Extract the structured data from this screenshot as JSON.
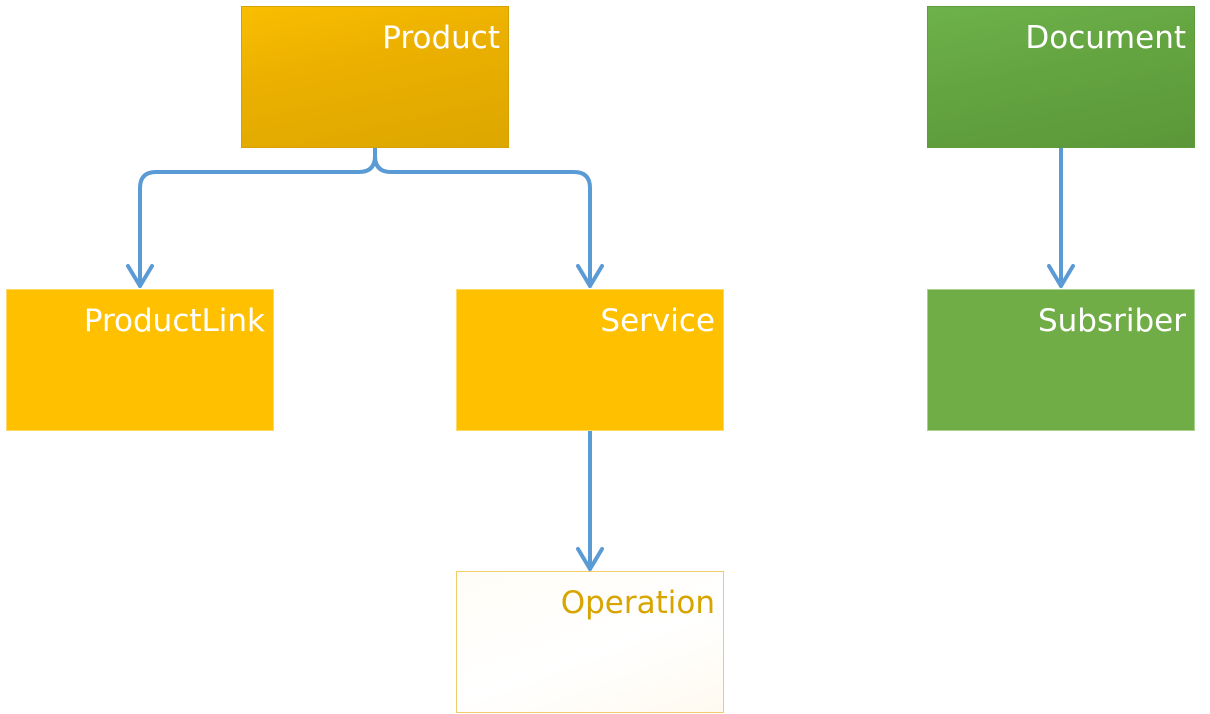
{
  "diagram": {
    "nodes": {
      "product": {
        "label": "Product"
      },
      "productlink": {
        "label": "ProductLink"
      },
      "service": {
        "label": "Service"
      },
      "operation": {
        "label": "Operation"
      },
      "document": {
        "label": "Document"
      },
      "subsriber": {
        "label": "Subsriber"
      }
    },
    "edges": [
      {
        "from": "Product",
        "to": "ProductLink"
      },
      {
        "from": "Product",
        "to": "Service"
      },
      {
        "from": "Service",
        "to": "Operation"
      },
      {
        "from": "Document",
        "to": "Subsriber"
      }
    ],
    "colors": {
      "orange": "#FFC000",
      "orange_dark": "#E0A800",
      "green": "#70AD47",
      "green_dark": "#5F9B3B",
      "connector": "#5B9BD5",
      "outline_text": "#D8A400"
    }
  }
}
